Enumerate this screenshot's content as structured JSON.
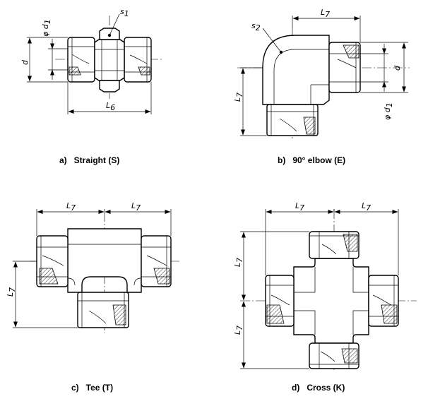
{
  "captions": {
    "a": "a)   Straight (S)",
    "b": "b)   90° elbow (E)",
    "c": "c)   Tee (T)",
    "d": "d)   Cross (K)"
  },
  "labels": {
    "s": "s",
    "s1_sub": "1",
    "s2_sub": "2",
    "d": "d",
    "phi_d": "φ d",
    "d1_sub": "1",
    "L": "L",
    "L6_sub": "6",
    "L7_sub": "7"
  }
}
